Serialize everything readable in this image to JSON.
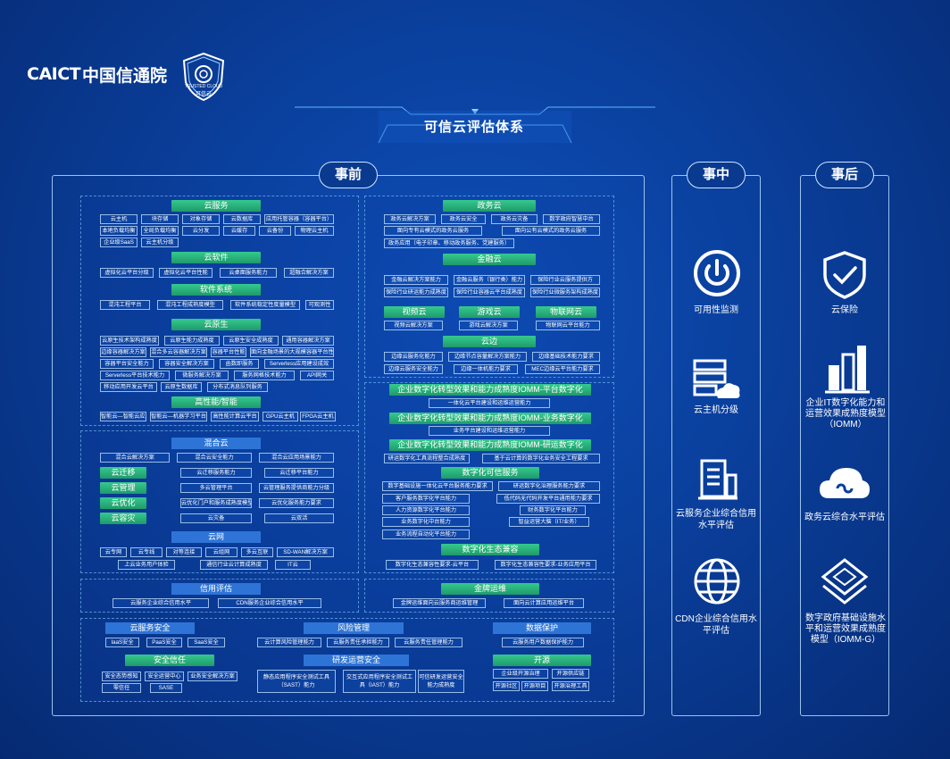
{
  "brand": {
    "caict": "CAICT",
    "cn_name": "中国信通院",
    "badge_en": "TRUSTED CLOUD",
    "badge_cn": "可信云"
  },
  "title": "可信云评估体系",
  "sections": {
    "before": "事前",
    "during": "事中",
    "after": "事后"
  },
  "col1": {
    "cloud_service": {
      "header": "云服务",
      "rows": [
        [
          "云主机",
          "块存储",
          "对象存储",
          "云数据库",
          "应用托管容器（容器平台）"
        ],
        [
          "本地负载均衡",
          "全局负载均衡",
          "云分发",
          "云缓存",
          "云备份",
          "物理云主机"
        ],
        [
          "企业级SaaS",
          "云主机分级"
        ]
      ]
    },
    "cloud_software": {
      "header": "云软件",
      "rows": [
        [
          "虚拟化云平台分级",
          "虚拟化云平台性能",
          "云桌面服务能力",
          "超融合解决方案"
        ]
      ]
    },
    "software_system": {
      "header": "软件系统",
      "rows": [
        [
          "混沌工程平台",
          "混沌工程成熟度模型",
          "软件系统稳定性度量模型",
          "可观测性"
        ]
      ]
    },
    "cloud_native": {
      "header": "云原生",
      "rows": [
        [
          "云原生技术架构成熟度",
          "云原生能力成熟度",
          "云原生安全成熟度",
          "通用容器解决方案"
        ],
        [
          "边缘容器解决方案",
          "混合多云容器解决方案",
          "容器平台性能",
          "面向金融场景的大规模容器平台性能"
        ],
        [
          "容器平台安全能力",
          "容器安全解决方案",
          "函数即服务",
          "Serverless应用建设成效"
        ],
        [
          "Serverless平台技术能力",
          "微服务解决方案",
          "服务网格技术能力",
          "API网关"
        ],
        [
          "移动应用开发云平台",
          "云原生数据库",
          "分布式消息队列服务"
        ]
      ]
    },
    "hpc": {
      "header": "高性能/智能",
      "rows": [
        [
          "智能云—智能云应用",
          "智能云—机器学习平台",
          "高性能计算云平台",
          "GPU云主机",
          "FPGA云主机"
        ]
      ]
    },
    "hybrid": {
      "header": "混合云",
      "rows": [
        [
          "混合云解决方案",
          "混合云安全能力",
          "混合云应用场景能力"
        ]
      ],
      "side": [
        "云迁移",
        "云管理",
        "云优化",
        "云容灾"
      ],
      "cells": [
        [
          "云迁移服务能力",
          "云迁移平台能力"
        ],
        [
          "多云管理平台",
          "云管理服务提供商能力分级"
        ],
        [
          "云优化门户和服务成熟度模型",
          "云优化服务能力要求"
        ],
        [
          "云灾备",
          "云双活"
        ]
      ]
    },
    "cloud_net": {
      "header": "云网",
      "rows": [
        [
          "云专网",
          "云专线",
          "对等连接",
          "云组网",
          "多云互联",
          "SD-WAN解决方案"
        ],
        [
          "上云业务用户体验",
          "通信行业云计算成熟度",
          "IT云"
        ]
      ]
    },
    "credit": {
      "header": "信用评估",
      "rows": [
        [
          "云服务企业综合信用水平",
          "CDN服务企业综合信用水平"
        ]
      ]
    }
  },
  "col2": {
    "gov_cloud": {
      "header": "政务云",
      "rows": [
        [
          "政务云解决方案",
          "政务云安全",
          "政务云灾备",
          "数字政府智慧中台"
        ],
        [
          "面向专有云模式的政务云服务",
          "面向公有云模式的政务云服务"
        ],
        [
          "政务应用（电子印章、移动政务服务、党建服务）"
        ]
      ]
    },
    "fin_cloud": {
      "header": "金融云",
      "rows": [
        [
          "金融云解决方案能力",
          "金融云服务（银行类）能力",
          "保险行业云服务提供方"
        ],
        [
          "保险行业研运能力成熟度",
          "保险行业容器云平台成熟度",
          "保险行业微服务架构成熟度"
        ]
      ]
    },
    "vgi": {
      "headers": [
        "视频云",
        "游戏云",
        "物联网云"
      ],
      "cells": [
        "视频云解决方案",
        "游戏云解决方案",
        "物联网云平台能力"
      ]
    },
    "edge": {
      "header": "云边",
      "rows": [
        [
          "边缘云服务化能力",
          "边缘节点容量解决方案能力",
          "边缘基础技术能力要求"
        ],
        [
          "边缘云服务安全能力",
          "边缘一体机能力要求",
          "MEC边缘云平台能力要求"
        ]
      ]
    },
    "iomm": [
      {
        "header": "企业数字化转型效果和能力成熟度IOMM-平台数字化",
        "cell": "一体化云平台建设和运维运营能力"
      },
      {
        "header": "企业数字化转型效果和能力成熟度IOMM-业务数字化",
        "cell": "业务平台建设和运维运营能力"
      },
      {
        "header": "企业数字化转型效果和能力成熟度IOMM-研运数字化",
        "cells": [
          "研运数字化工具流程整合成熟度",
          "基于云计算的数字化业务安全工程要求"
        ]
      }
    ],
    "trust": {
      "header": "数字化可信服务",
      "rows": [
        [
          "数字基础设施一体化云平台服务能力要求",
          "研运数字化治理服务能力要求"
        ],
        [
          "客户服务数字化平台能力",
          "低代码无代码开发平台通用能力要求"
        ],
        [
          "人力资源数字化平台能力",
          "财务数字化平台能力"
        ],
        [
          "业务数字化中台能力",
          "智益运营大脑（IT/业务）"
        ],
        [
          "业务流程自动化平台能力"
        ]
      ]
    },
    "eco": {
      "header": "数字化生态兼容",
      "rows": [
        [
          "数字化生态兼容性要求-云平台",
          "数字化生态兼容性要求-业务应用平台"
        ]
      ]
    },
    "ops": {
      "header": "金牌运维",
      "rows": [
        [
          "金牌运维面向云服务商运维管理",
          "面向云计算应用运维平台"
        ]
      ]
    }
  },
  "bottom": {
    "service_security": {
      "header": "云服务安全",
      "rows": [
        [
          "IaaS安全",
          "PaaS安全",
          "SaaS安全"
        ]
      ]
    },
    "risk": {
      "header": "风险管理",
      "rows": [
        [
          "云计算风险管理能力",
          "云服务责任承担能力",
          "云服务责任管理能力"
        ]
      ]
    },
    "data_protection": {
      "header": "数据保护",
      "rows": [
        [
          "云服务用户数据保护能力"
        ]
      ]
    },
    "trust_sec": {
      "header": "安全信任",
      "rows": [
        [
          "安全态势感知",
          "安全运营中心",
          "业务安全解决方案"
        ],
        [
          "零信任",
          "SASE"
        ]
      ]
    },
    "devsecops": {
      "header": "研发运营安全",
      "cells": [
        "静态应用程序安全测试工具（SAST）能力",
        "交互式应用程序安全测试工具（IAST）能力",
        "可信研发运营安全能力成熟度"
      ]
    },
    "open_source": {
      "header": "开源",
      "rows": [
        [
          "企业级开源治理",
          "开源供应链"
        ],
        [
          "开源社区",
          "开源项目",
          "开源治理工具"
        ]
      ]
    }
  },
  "during": {
    "items": [
      "可用性监测",
      "云主机分级",
      "云服务企业综合信用水平评估",
      "CDN企业综合信用水平评估"
    ]
  },
  "after": {
    "items": [
      "云保险",
      "企业IT数字化能力和运营效果成熟度模型（IOMM）",
      "政务云综合水平评估",
      "数字政府基础设施水平和运营效果成熟度模型（IOMM-G）"
    ]
  },
  "colors": {
    "green_header": "#2bb57d",
    "blue_header": "#2e74d6",
    "bg": "#0a3f9c"
  }
}
